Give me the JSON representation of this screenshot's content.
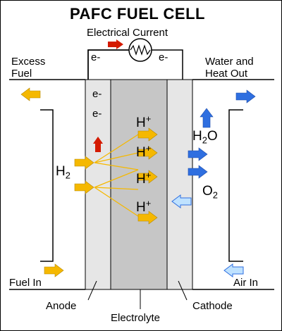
{
  "title": "PAFC FUEL CELL",
  "circuit": {
    "label": "Electrical Current",
    "electron_left": "e-",
    "electron_right": "e-"
  },
  "outputs": {
    "excess_fuel_line1": "Excess",
    "excess_fuel_line2": "Fuel",
    "water_heat_line1": "Water and",
    "water_heat_line2": "Heat Out"
  },
  "inputs": {
    "fuel_in": "Fuel In",
    "air_in": "Air In"
  },
  "species": {
    "electron": "e-",
    "hydrogen_ion": "H",
    "ion_charge": "+",
    "h2_base": "H",
    "h2_sub": "2",
    "water_base": "H",
    "water_sub": "2",
    "water_tail": "O",
    "oxygen_base": "O",
    "oxygen_sub": "2"
  },
  "components": {
    "anode": "Anode",
    "electrolyte": "Electrolyte",
    "cathode": "Cathode"
  },
  "colors": {
    "yellow_arrow": "#f5b800",
    "blue_arrow": "#2f6fe0",
    "light_blue_arrow": "#bfe2ff",
    "red_arrow": "#d41a00",
    "anode_fill": "#e6e6e6",
    "electrolyte_fill": "#c6c6c6",
    "cathode_fill": "#e6e6e6"
  }
}
